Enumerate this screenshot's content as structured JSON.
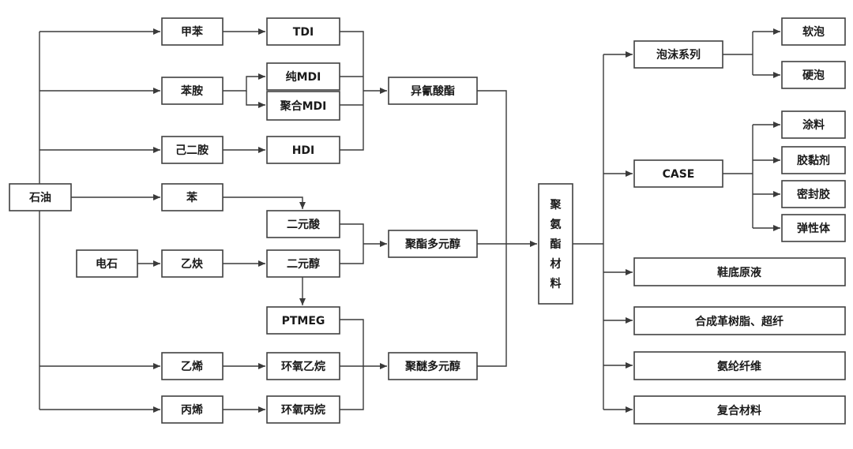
{
  "nodes": {
    "petroleum": "石油",
    "toluene": "甲苯",
    "aniline": "苯胺",
    "hexamethylenediamine": "己二胺",
    "benzene": "苯",
    "carbide": "电石",
    "acetylene": "乙炔",
    "ethylene": "乙烯",
    "propylene": "丙烯",
    "tdi": "TDI",
    "pure_mdi": "纯MDI",
    "polymeric_mdi": "聚合MDI",
    "hdi": "HDI",
    "dibasic_acid": "二元酸",
    "diol": "二元醇",
    "ptmeg": "PTMEG",
    "ethylene_oxide": "环氧乙烷",
    "propylene_oxide": "环氧丙烷",
    "isocyanate": "异氰酸酯",
    "polyester_polyol": "聚酯多元醇",
    "polyether_polyol": "聚醚多元醇",
    "polyurethane": "聚氨酯材料",
    "foam_series": "泡沫系列",
    "soft_foam": "软泡",
    "rigid_foam": "硬泡",
    "case": "CASE",
    "coating": "涂料",
    "adhesive": "胶黏剂",
    "sealant": "密封胶",
    "elastomer": "弹性体",
    "shoe_sole_resin": "鞋底原液",
    "synthetic_leather": "合成革树脂、超纤",
    "spandex": "氨纶纤维",
    "composite": "复合材料"
  }
}
